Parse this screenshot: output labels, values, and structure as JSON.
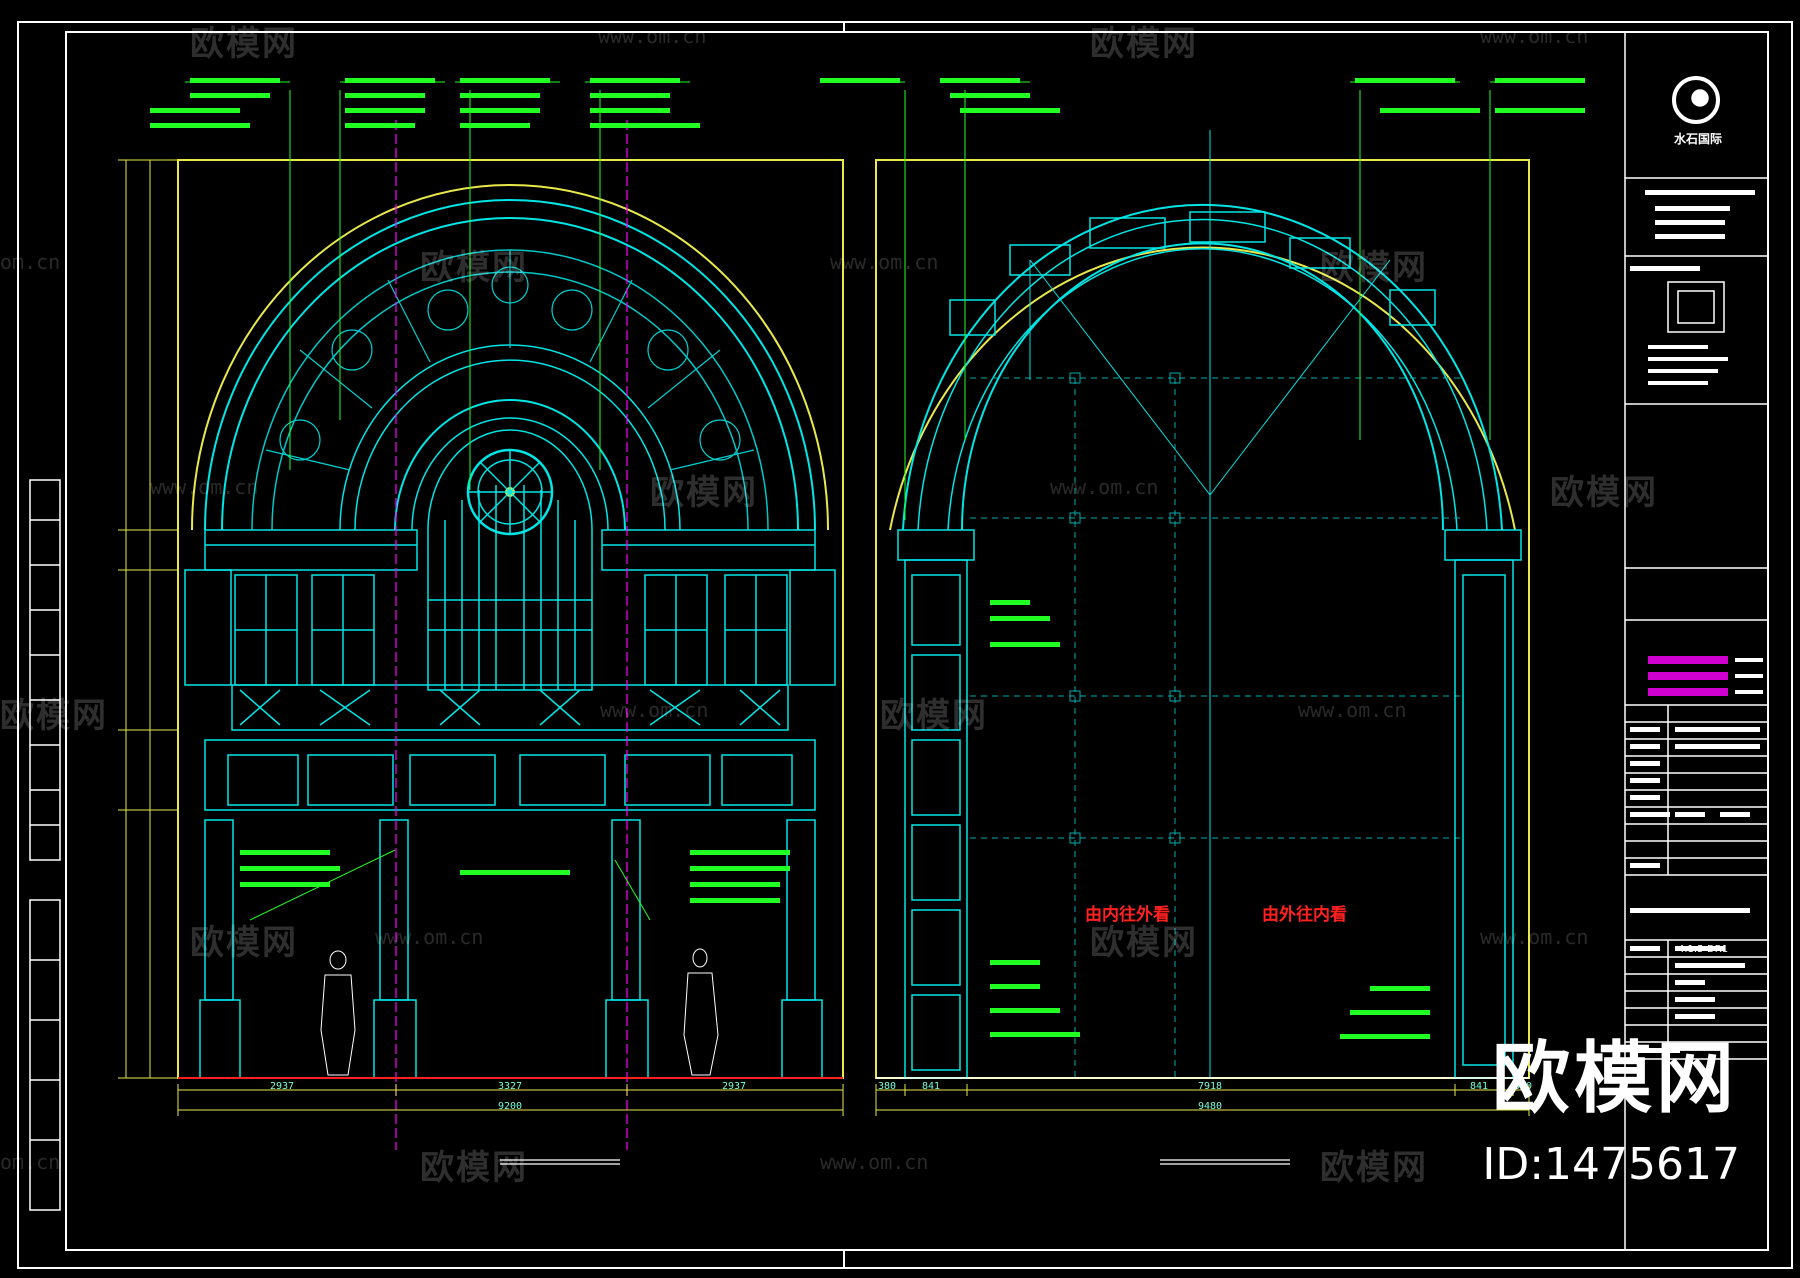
{
  "watermarks": {
    "brand_text": "欧模网",
    "url_text": "www.om.cn",
    "url_fragment": "om.cn"
  },
  "overlay": {
    "logo_text": "欧模网",
    "id_text": "ID:1475617"
  },
  "drawing_left": {
    "dims_bottom": [
      "2937",
      "3327",
      "2937"
    ],
    "dim_total": "9200"
  },
  "drawing_right": {
    "dims_bottom": [
      "380",
      "841",
      "7918",
      "841",
      "380"
    ],
    "dim_total": "9480",
    "label_left_red": "由内往外看",
    "label_right_red": "由外往内看"
  },
  "title_block": {
    "company_logo_text": "水石国际",
    "drawing_number": "4.1.5-DR1"
  },
  "colors": {
    "background": "#000000",
    "cyan": "#00e5e5",
    "green": "#22ff22",
    "yellow": "#e8e84a",
    "magenta": "#ff00ff",
    "red": "#ff2020",
    "white": "#ffffff"
  }
}
